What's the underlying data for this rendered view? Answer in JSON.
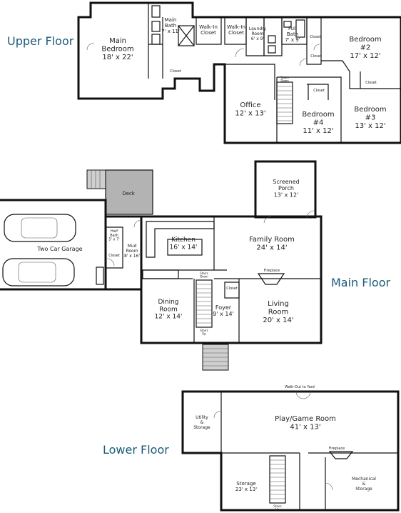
{
  "floors": {
    "upper": "Upper Floor",
    "main": "Main Floor",
    "lower": "Lower Floor"
  },
  "colors": {
    "walls": "#111111",
    "floor_title": "#1b5a7a",
    "deck": "#b3b3b3",
    "stairs": "#cfcfcf"
  },
  "rooms": {
    "main_bedroom": {
      "name": "Main\nBedroom",
      "size": "18' x 22'"
    },
    "main_bath": {
      "name": "Main\nBath",
      "size": "7' x 11'"
    },
    "walkin_closet_1": {
      "name": "Walk-In\nCloset"
    },
    "walkin_closet_2": {
      "name": "Walk-In\nCloset"
    },
    "laundry_room": {
      "name": "Laundry\nRoom",
      "size": "6' x 9'"
    },
    "full_bath": {
      "name": "Full\nBath",
      "size": "7' x 9'"
    },
    "bedroom_2": {
      "name": "Bedroom\n#2",
      "size": "17' x 12'"
    },
    "office": {
      "name": "Office",
      "size": "12' x 13'"
    },
    "bedroom_4": {
      "name": "Bedroom\n#4",
      "size": "11' x 12'"
    },
    "bedroom_3": {
      "name": "Bedroom\n#3",
      "size": "13' x 12'"
    },
    "screened_porch": {
      "name": "Screened\nPorch",
      "size": "13' x 12'"
    },
    "deck": {
      "name": "Deck"
    },
    "half_bath": {
      "name": "Half\nBath",
      "size": "5' x 7'"
    },
    "two_car_garage": {
      "name": "Two Car Garage"
    },
    "mud_room": {
      "name": "Mud\nRoom",
      "size": "8' x 16'"
    },
    "kitchen": {
      "name": "Kitchen",
      "size": "16' x 14'"
    },
    "family_room": {
      "name": "Family Room",
      "size": "24' x 14'"
    },
    "dining_room": {
      "name": "Dining\nRoom",
      "size": "12' x 14'"
    },
    "foyer": {
      "name": "Foyer",
      "size": "9' x 14'"
    },
    "living_room": {
      "name": "Living\nRoom",
      "size": "20' x 14'"
    },
    "utility_storage": {
      "name": "Utility\n&\nStorage"
    },
    "play_game_room": {
      "name": "Play/Game Room",
      "size": "41' x 13'"
    },
    "storage": {
      "name": "Storage",
      "size": "23' x 13'"
    },
    "mechanical_storage": {
      "name": "Mechanical\n&\nStorage"
    }
  },
  "small_labels": {
    "closet": "Closet",
    "fireplace": "Fireplace",
    "stairs_down": "Stairs\nDown",
    "stairs_up": "Stairs\nUp",
    "walk_out": "Walk-Out to Yard"
  }
}
